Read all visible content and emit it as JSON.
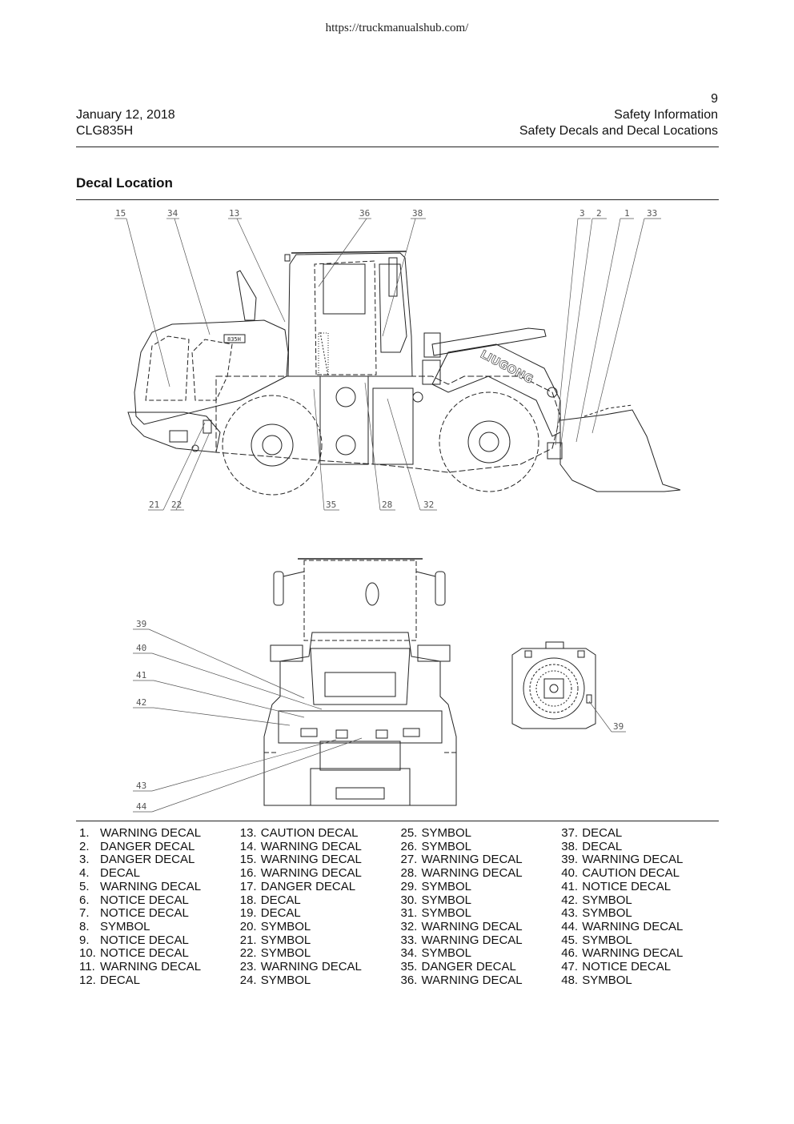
{
  "source_url": "https://truckmanualshub.com/",
  "header": {
    "date": "January 12, 2018",
    "model": "CLG835H",
    "page_number": "9",
    "section": "Safety Information",
    "subsection": "Safety Decals and Decal Locations"
  },
  "section_title": "Decal Location",
  "figure": {
    "side_view_callouts": [
      "15",
      "34",
      "13",
      "36",
      "38",
      "3",
      "2",
      "1",
      "33",
      "21",
      "22",
      "35",
      "28",
      "32"
    ],
    "front_view_callouts": [
      "39",
      "40",
      "41",
      "42",
      "43",
      "44"
    ],
    "rear_view_callouts": [
      "39"
    ],
    "brand_text": "LIUGONG",
    "hood_badge": "835H"
  },
  "legend": [
    [
      {
        "n": "1.",
        "t": "WARNING DECAL"
      },
      {
        "n": "2.",
        "t": "DANGER DECAL"
      },
      {
        "n": "3.",
        "t": "DANGER DECAL"
      },
      {
        "n": "4.",
        "t": "DECAL"
      },
      {
        "n": "5.",
        "t": "WARNING DECAL"
      },
      {
        "n": "6.",
        "t": "NOTICE DECAL"
      },
      {
        "n": "7.",
        "t": "NOTICE DECAL"
      },
      {
        "n": "8.",
        "t": "SYMBOL"
      },
      {
        "n": "9.",
        "t": "NOTICE DECAL"
      },
      {
        "n": "10.",
        "t": "NOTICE DECAL"
      },
      {
        "n": "11.",
        "t": "WARNING DECAL"
      },
      {
        "n": "12.",
        "t": "DECAL"
      }
    ],
    [
      {
        "n": "13.",
        "t": "CAUTION DECAL"
      },
      {
        "n": "14.",
        "t": "WARNING DECAL"
      },
      {
        "n": "15.",
        "t": "WARNING DECAL"
      },
      {
        "n": "16.",
        "t": "WARNING DECAL"
      },
      {
        "n": "17.",
        "t": "DANGER DECAL"
      },
      {
        "n": "18.",
        "t": "DECAL"
      },
      {
        "n": "19.",
        "t": "DECAL"
      },
      {
        "n": "20.",
        "t": "SYMBOL"
      },
      {
        "n": "21.",
        "t": "SYMBOL"
      },
      {
        "n": "22.",
        "t": "SYMBOL"
      },
      {
        "n": "23.",
        "t": "WARNING DECAL"
      },
      {
        "n": "24.",
        "t": "SYMBOL"
      }
    ],
    [
      {
        "n": "25.",
        "t": "SYMBOL"
      },
      {
        "n": "26.",
        "t": "SYMBOL"
      },
      {
        "n": "27.",
        "t": "WARNING DECAL"
      },
      {
        "n": "28.",
        "t": "WARNING DECAL"
      },
      {
        "n": "29.",
        "t": "SYMBOL"
      },
      {
        "n": "30.",
        "t": "SYMBOL"
      },
      {
        "n": "31.",
        "t": "SYMBOL"
      },
      {
        "n": "32.",
        "t": "WARNING DECAL"
      },
      {
        "n": "33.",
        "t": "WARNING DECAL"
      },
      {
        "n": "34.",
        "t": "SYMBOL"
      },
      {
        "n": "35.",
        "t": "DANGER DECAL"
      },
      {
        "n": "36.",
        "t": "WARNING DECAL"
      }
    ],
    [
      {
        "n": "37.",
        "t": "DECAL"
      },
      {
        "n": "38.",
        "t": "DECAL"
      },
      {
        "n": "39.",
        "t": "WARNING DECAL"
      },
      {
        "n": "40.",
        "t": "CAUTION DECAL"
      },
      {
        "n": "41.",
        "t": "NOTICE DECAL"
      },
      {
        "n": "42.",
        "t": "SYMBOL"
      },
      {
        "n": "43.",
        "t": "SYMBOL"
      },
      {
        "n": "44.",
        "t": "WARNING DECAL"
      },
      {
        "n": "45.",
        "t": "SYMBOL"
      },
      {
        "n": "46.",
        "t": "WARNING DECAL"
      },
      {
        "n": "47.",
        "t": "NOTICE DECAL"
      },
      {
        "n": "48.",
        "t": "SYMBOL"
      }
    ]
  ]
}
